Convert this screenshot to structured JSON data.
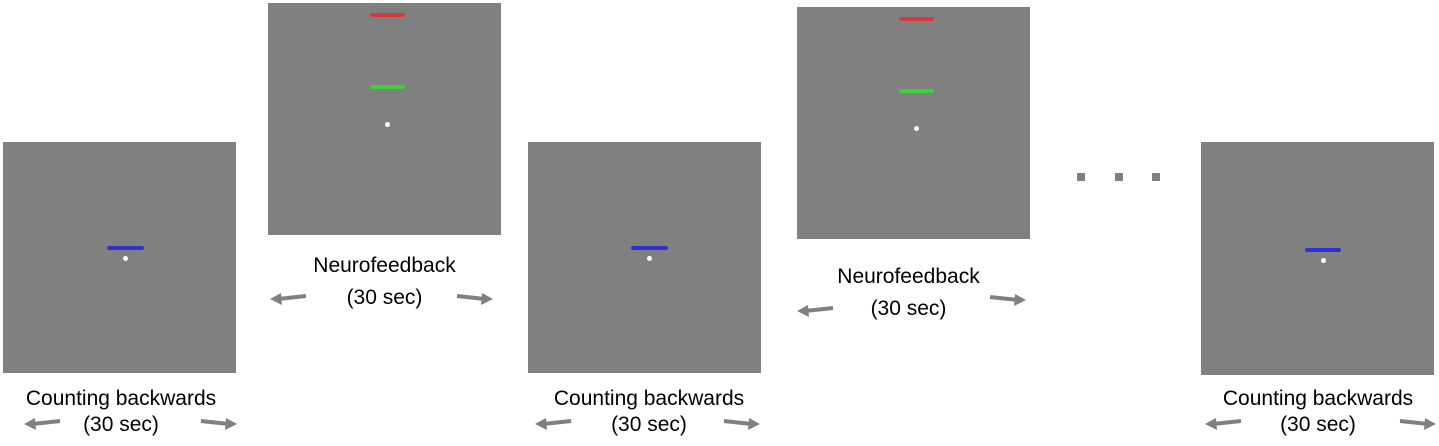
{
  "colors": {
    "screen": "#808080",
    "baseline_bar": "#2f2fd8",
    "target_bar": "#d63a3a",
    "feedback_bar": "#3ad13a",
    "fixation": "#ffffff",
    "arrow": "#808080"
  },
  "icons": {
    "left_arrow": "arrow-left-icon",
    "right_arrow": "arrow-right-icon",
    "ellipsis": "ellipsis-dot"
  },
  "blocks": [
    {
      "kind": "counting",
      "label_line1": "Counting backwards",
      "label_line2": "(30 sec)"
    },
    {
      "kind": "neurofeedback",
      "label_line1": "Neurofeedback",
      "label_line2": "(30 sec)"
    },
    {
      "kind": "counting",
      "label_line1": "Counting backwards",
      "label_line2": "(30 sec)"
    },
    {
      "kind": "neurofeedback",
      "label_line1": "Neurofeedback",
      "label_line2": "(30 sec)"
    },
    {
      "kind": "counting",
      "label_line1": "Counting backwards",
      "label_line2": "(30 sec)"
    }
  ]
}
